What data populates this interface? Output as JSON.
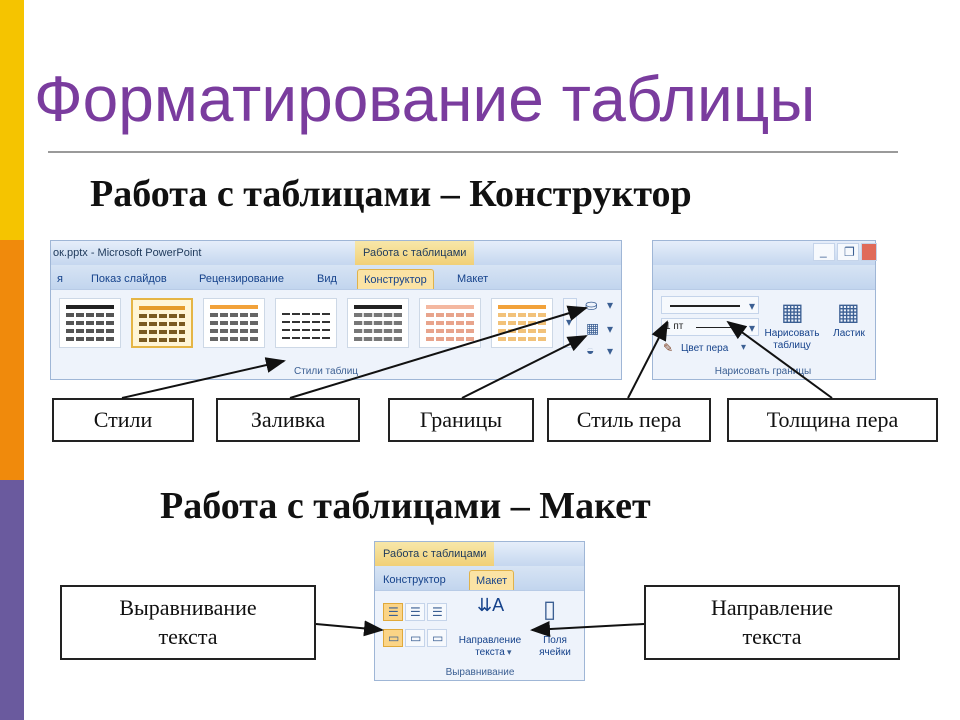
{
  "slide": {
    "title": "Форматирование таблицы",
    "subtitle_constructor": "Работа с таблицами – Конструктор",
    "subtitle_layout": "Работа с таблицами – Макет"
  },
  "ribbon_constructor": {
    "window_title": "ок.pptx - Microsoft PowerPoint",
    "context_label": "Работа с таблицами",
    "tabs": [
      "я",
      "Показ слайдов",
      "Рецензирование",
      "Вид",
      "Конструктор",
      "Макет"
    ],
    "active_tab": "Конструктор",
    "group_label": "Стили таблиц"
  },
  "ribbon_draw": {
    "pen_weight_value": "1 пт",
    "pen_color_label": "Цвет пера",
    "draw_table_label": "Нарисовать таблицу",
    "eraser_label": "Ластик",
    "group_label": "Нарисовать границы"
  },
  "ribbon_layout": {
    "context_label": "Работа с таблицами",
    "tabs": [
      "Конструктор",
      "Макет"
    ],
    "active_tab": "Макет",
    "text_direction_label": "Направление текста",
    "cell_margins_label": "Поля ячейки",
    "group_label": "Выравнивание"
  },
  "callouts": {
    "styles": "Стили",
    "fill": "Заливка",
    "borders": "Границы",
    "pen_style": "Стиль пера",
    "pen_weight": "Толщина пера",
    "text_align": "Выравнивание текста",
    "text_direction": "Направление текста"
  },
  "colors": {
    "title": "#7a3c9e",
    "bar_yellow": "#f5c400",
    "bar_orange": "#f08a0c",
    "bar_purple": "#6a4a9c",
    "active_tab": "#fbe3a4"
  }
}
